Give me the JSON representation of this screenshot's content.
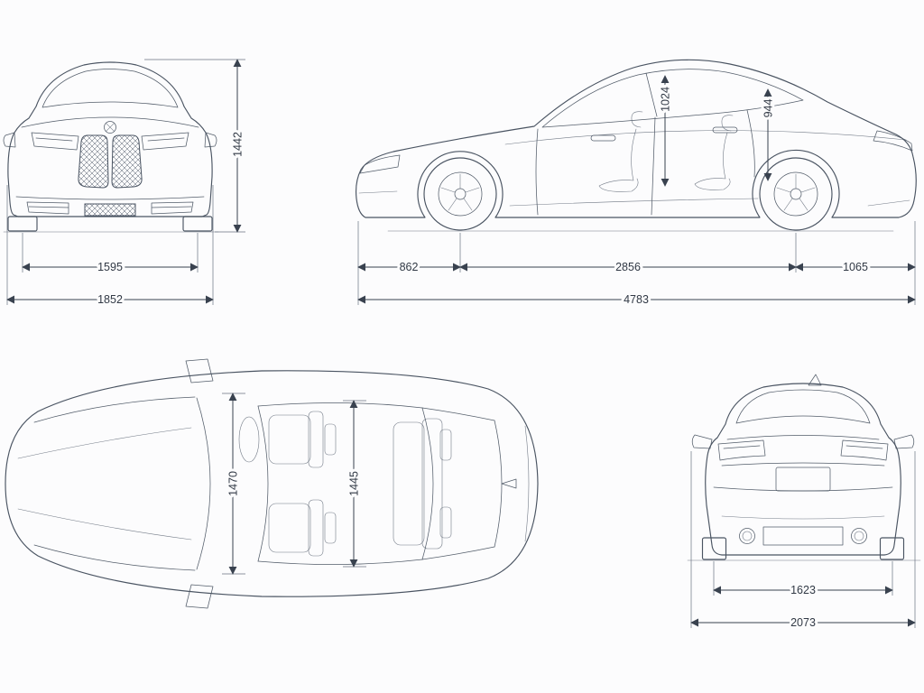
{
  "diagram": {
    "units": "mm",
    "colors": {
      "line": "#4a5462",
      "dimension": "#39424f",
      "background": "#fcfcfd"
    }
  },
  "dims": {
    "front": {
      "height": "1442",
      "track": "1595",
      "overall_width": "1852"
    },
    "side": {
      "front_headroom": "1024",
      "rear_headroom": "944",
      "front_overhang": "862",
      "wheelbase": "2856",
      "rear_overhang": "1065",
      "overall_length": "4783"
    },
    "top": {
      "front_interior_width": "1470",
      "rear_interior_width": "1445"
    },
    "rear": {
      "track": "1623",
      "width_incl_mirrors": "2073"
    }
  }
}
